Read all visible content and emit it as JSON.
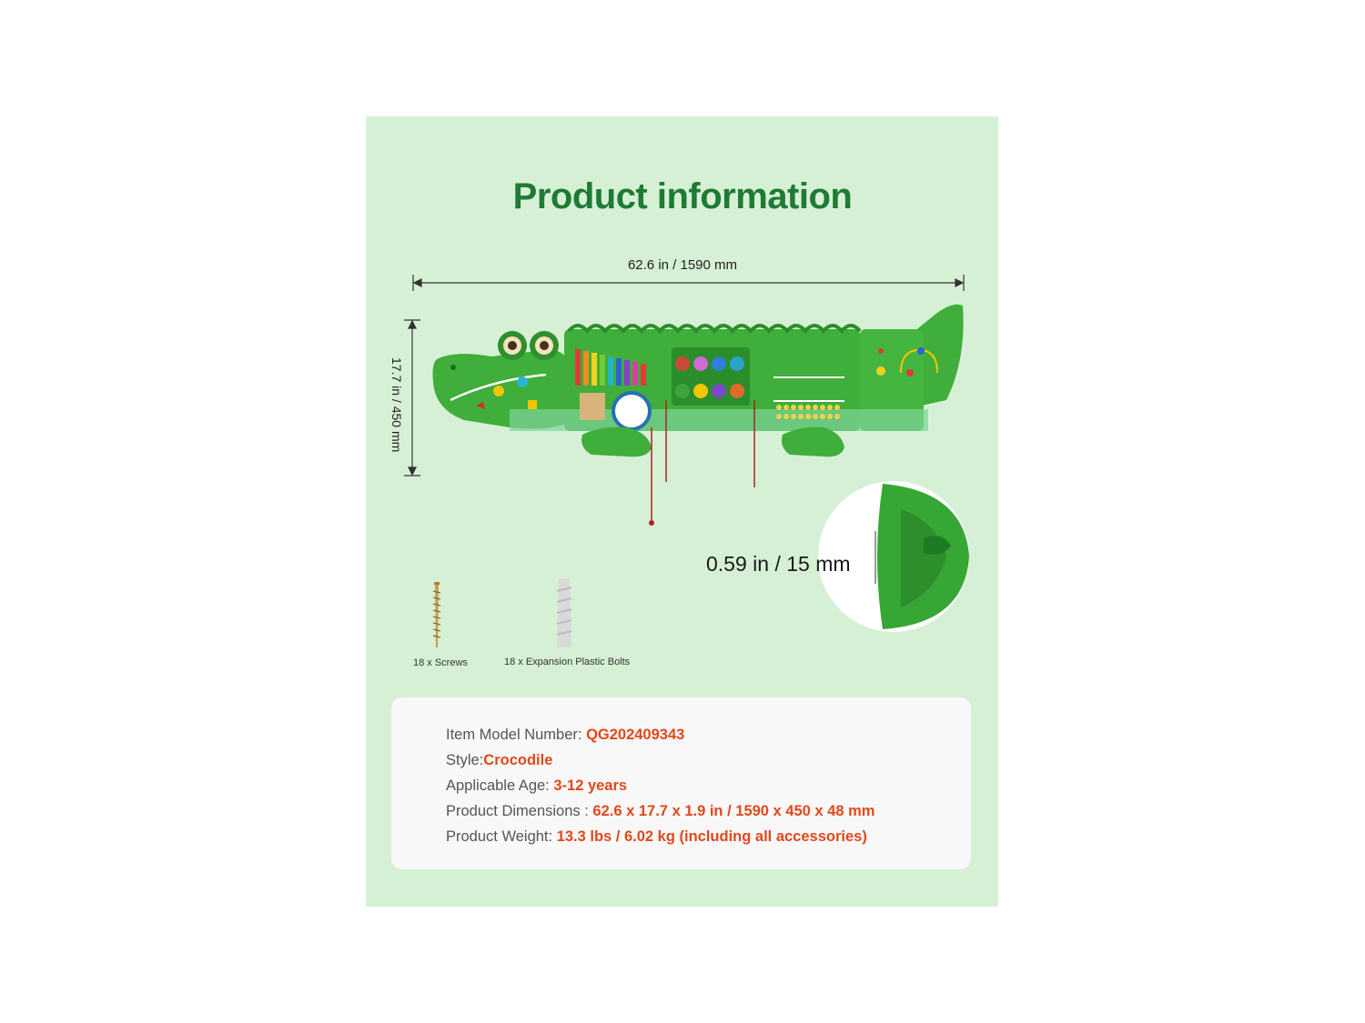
{
  "title": "Product information",
  "dimensions": {
    "width_label": "62.6 in / 1590 mm",
    "height_label": "17.7 in / 450 mm",
    "thickness_label": "0.59 in / 15 mm"
  },
  "accessories": [
    {
      "label": "18 x Screws",
      "icon": "screw-icon"
    },
    {
      "label": "18 x Expansion Plastic Bolts",
      "icon": "plastic-bolt-icon"
    }
  ],
  "specs": [
    {
      "label": "Item Model Number: ",
      "value": "QG202409343"
    },
    {
      "label": "Style:",
      "value": "Crocodile"
    },
    {
      "label": "Applicable Age: ",
      "value": "3-12 years"
    },
    {
      "label": "Product Dimensions : ",
      "value": "62.6 x 17.7 x 1.9 in / 1590 x 450 x 48 mm"
    },
    {
      "label": "Product Weight:  ",
      "value": "13.3 lbs / 6.02 kg (including all accessories)"
    }
  ],
  "colors": {
    "panel_bg": "#d6f0d6",
    "title": "#1f7a34",
    "accent_value": "#e0481c",
    "board_green": "#3fae3a"
  }
}
